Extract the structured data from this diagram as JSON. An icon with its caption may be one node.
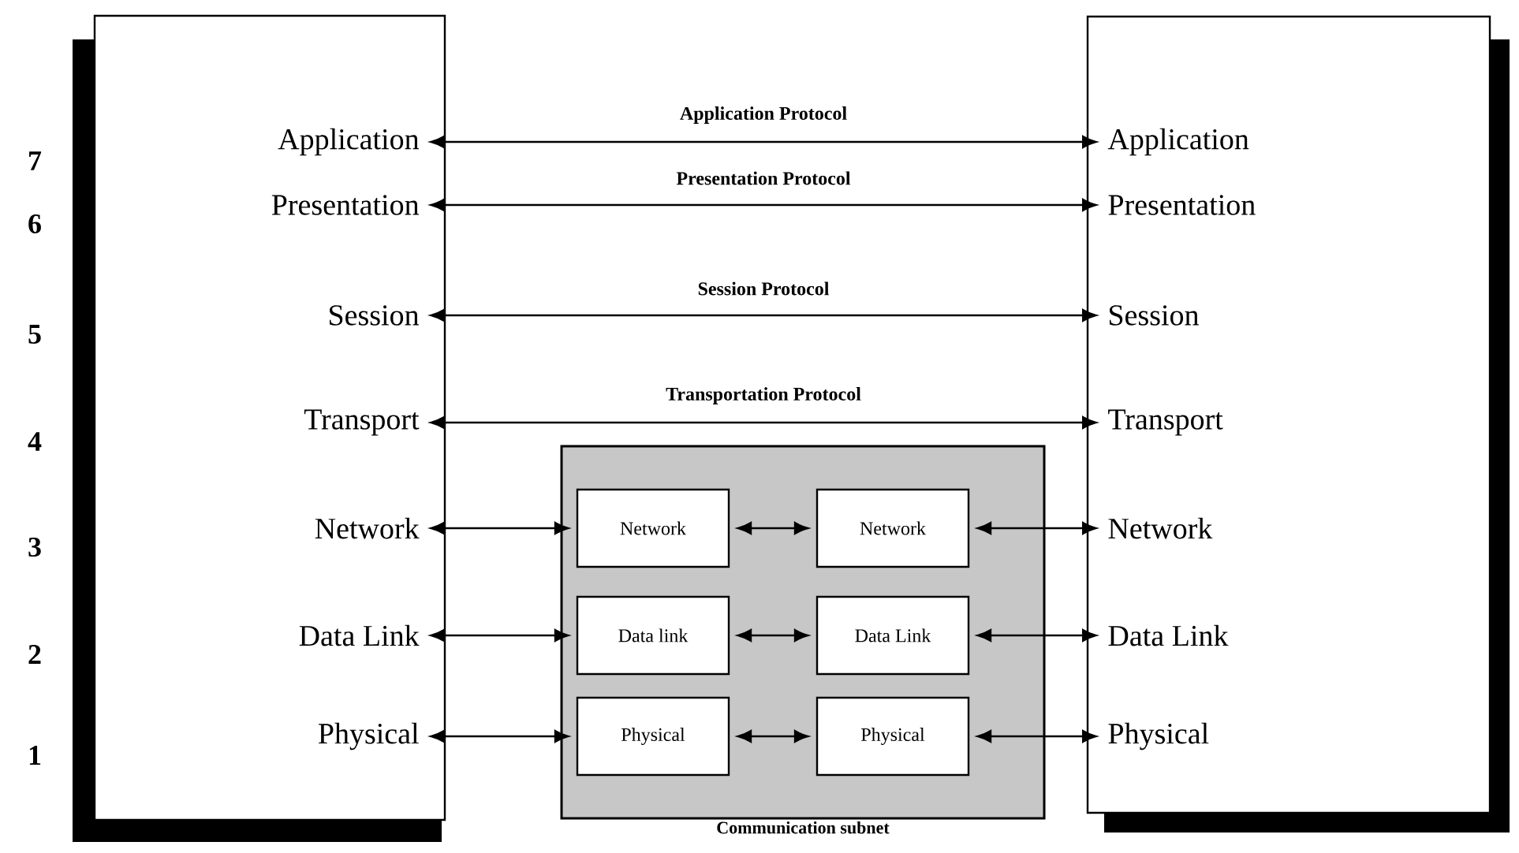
{
  "diagram": {
    "nodes": [
      {
        "text": [],
        "shape": "box"
      },
      {
        "text": [
          "Application"
        ],
        "in": 0
      },
      {
        "text": [
          "Presentation"
        ],
        "in": 0
      },
      {
        "text": [
          "Session"
        ],
        "in": 0
      },
      {
        "text": [
          "Transport"
        ],
        "in": 0
      },
      {
        "text": [
          "Network"
        ],
        "in": 0
      },
      {
        "text": [
          "Data Link"
        ],
        "in": 0
      },
      {
        "text": [
          "Physical"
        ],
        "in": 0
      },
      {
        "text": [
          "Communication subnet"
        ]
      },
      {
        "text": [
          "Network"
        ],
        "in": 8
      },
      {
        "text": [
          "Network"
        ],
        "in": 8
      },
      {
        "text": [
          "Data link"
        ],
        "in": 8
      },
      {
        "text": [
          "Data Link"
        ],
        "in": 8
      },
      {
        "text": [
          "Physical"
        ],
        "in": 8
      },
      {
        "text": [
          "Physical"
        ],
        "in": 8
      },
      {
        "text": [],
        "shape": "box"
      },
      {
        "text": [
          "Application"
        ],
        "in": 15
      },
      {
        "text": [
          "Presentation"
        ],
        "in": 15
      },
      {
        "text": [
          "Session"
        ],
        "in": 15
      },
      {
        "text": [
          "Transport"
        ],
        "in": 15
      },
      {
        "text": [
          "Network"
        ],
        "in": 15
      },
      {
        "text": [
          "Data Link"
        ],
        "in": 15
      },
      {
        "text": [
          "Physical"
        ],
        "in": 15
      }
    ],
    "edges": [
      {
        "from": 1,
        "to": 16,
        "arrow": "both",
        "label": "Application Protocol"
      },
      {
        "from": 2,
        "to": 17,
        "arrow": "both",
        "label": "Presentation Protocol"
      },
      {
        "from": 3,
        "to": 18,
        "arrow": "both",
        "label": "Session Protocol"
      },
      {
        "from": 4,
        "to": 19,
        "arrow": "both",
        "label": "Transportation Protocol"
      },
      {
        "from": 5,
        "to": 9,
        "arrow": "both"
      },
      {
        "from": 9,
        "to": 10,
        "arrow": "both"
      },
      {
        "from": 10,
        "to": 20,
        "arrow": "both"
      },
      {
        "from": 6,
        "to": 11,
        "arrow": "both"
      },
      {
        "from": 11,
        "to": 12,
        "arrow": "both"
      },
      {
        "from": 12,
        "to": 21,
        "arrow": "both"
      },
      {
        "from": 7,
        "to": 13,
        "arrow": "both"
      },
      {
        "from": 13,
        "to": 14,
        "arrow": "both"
      },
      {
        "from": 14,
        "to": 22,
        "arrow": "both"
      }
    ],
    "labels": [
      "7",
      "6",
      "5",
      "4",
      "3",
      "2",
      "1"
    ]
  }
}
